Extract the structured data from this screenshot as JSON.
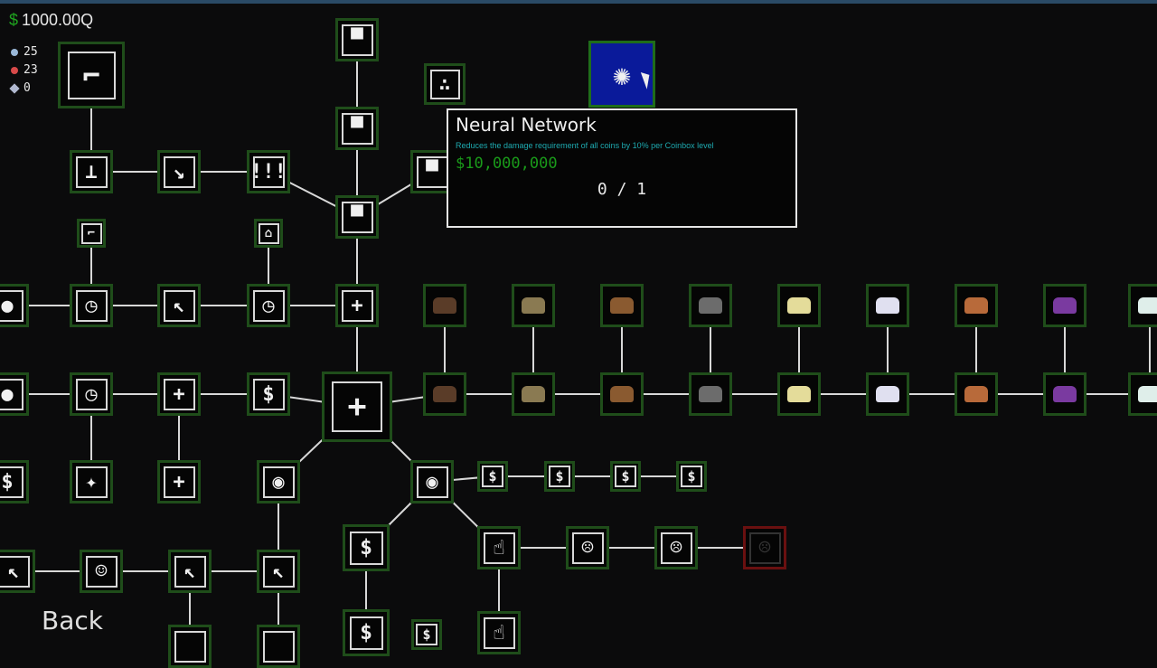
{
  "hud": {
    "currency_symbol": "$",
    "money": "1000.00Q",
    "resources": [
      {
        "icon": "blue-orb-icon",
        "value": "25",
        "color": "#9ab8d8"
      },
      {
        "icon": "red-orb-icon",
        "value": "23",
        "color": "#d84a4a"
      },
      {
        "icon": "diamond-icon",
        "value": "0",
        "color": "#b0b8d0"
      }
    ]
  },
  "tooltip": {
    "title": "Neural Network",
    "description": "Reduces the damage requirement of all coins by 10% per Coinbox level",
    "cost": "$10,000,000",
    "level": "0 / 1"
  },
  "back_label": "Back",
  "coin_colors": [
    "#5a3c28",
    "#8a7a52",
    "#8a5a30",
    "#6c6c6c",
    "#e4dc9a",
    "#e0e0f0",
    "#b86a3a",
    "#7a3aa0",
    "#dfeeea"
  ],
  "colors": {
    "node_border": "#1f4d1a",
    "selected": "#0a1a9a",
    "locked": "#6a1010",
    "money": "#1fa31f",
    "desc": "#1eaab0"
  }
}
